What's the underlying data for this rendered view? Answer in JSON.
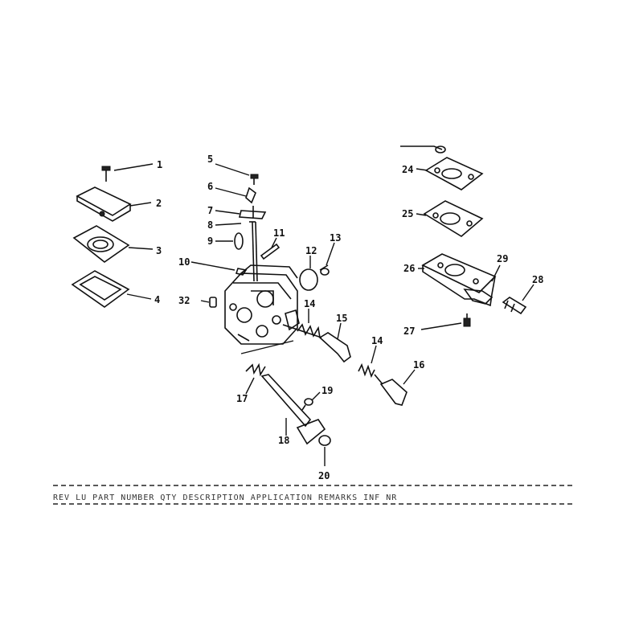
{
  "diagram": {
    "callouts": [
      "1",
      "2",
      "3",
      "4",
      "5",
      "6",
      "7",
      "8",
      "9",
      "10",
      "11",
      "12",
      "13",
      "14",
      "15",
      "16",
      "17",
      "18",
      "19",
      "20",
      "24",
      "25",
      "26",
      "27",
      "28",
      "29",
      "32",
      "14"
    ]
  },
  "table_header": "REV LU PART NUMBER  QTY DESCRIPTION            APPLICATION       REMARKS   INF  NR"
}
